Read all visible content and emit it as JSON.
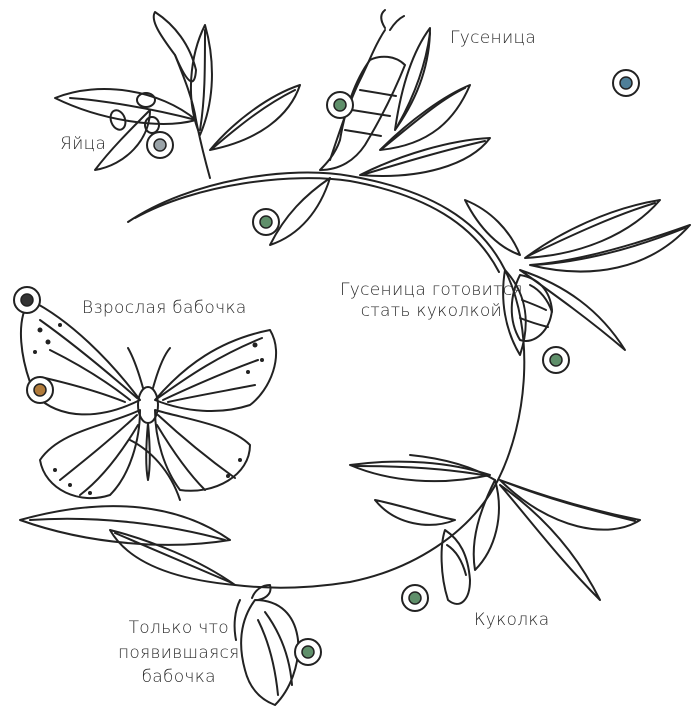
{
  "colors": {
    "ink": "#222222",
    "paper": "#ffffff",
    "marker_grey": "#9aa3a8",
    "marker_green": "#5f8f6a",
    "marker_blue": "#4f7f98",
    "marker_orange": "#b07a3a",
    "marker_dark": "#333333"
  },
  "labels": {
    "eggs": "Яйца",
    "caterpillar": "Гусеница",
    "prepupa": [
      "Гусеница готовится",
      "стать куколкой"
    ],
    "adult": "Взрослая бабочка",
    "pupa": "Куколка",
    "emerged": [
      "Только что",
      "появившаяся",
      "бабочка"
    ]
  },
  "markers": [
    {
      "name": "eggs-marker",
      "icon": "seed-marker-icon",
      "color": "grey"
    },
    {
      "name": "caterpillar-marker",
      "icon": "seed-marker-icon",
      "color": "green"
    },
    {
      "name": "stem-marker",
      "icon": "seed-marker-icon",
      "color": "green"
    },
    {
      "name": "corner-marker",
      "icon": "seed-marker-icon",
      "color": "blue"
    },
    {
      "name": "prepupa-marker",
      "icon": "seed-marker-icon",
      "color": "green"
    },
    {
      "name": "adult-wing-marker",
      "icon": "seed-marker-icon",
      "color": "dark"
    },
    {
      "name": "adult-body-marker",
      "icon": "seed-marker-icon",
      "color": "orange"
    },
    {
      "name": "pupa-marker",
      "icon": "seed-marker-icon",
      "color": "green"
    },
    {
      "name": "emerged-marker",
      "icon": "seed-marker-icon",
      "color": "green"
    }
  ]
}
